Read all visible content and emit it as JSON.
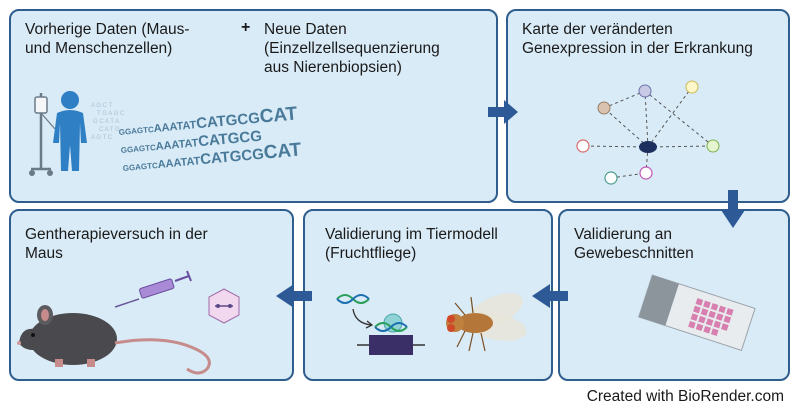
{
  "panels": {
    "p1": {
      "text_left": "Vorherige Daten (Maus-\nund Menschenzellen)",
      "plus": "+",
      "text_right": "Neue Daten\n(Einzellzellsequenzierung\naus Nierenbiopsien)",
      "seq_lines": [
        "GGAGTCAAATATCATGCGCAT",
        "GGAGTCAAATATCATGCG",
        "GGAGTCAAATATCATGCGCAT"
      ]
    },
    "p2": {
      "text": "Karte der veränderten\nGenexpression in der Erkrankung"
    },
    "p3": {
      "text": "Validierung an\nGewebeschnitten"
    },
    "p4": {
      "text": "Validierung im Tiermodell\n(Fruchtfliege)"
    },
    "p5": {
      "text": "Gentherapieversuch in der\nMaus"
    }
  },
  "footer": "Created with BioRender.com",
  "colors": {
    "panel_fill": "#d9ebf7",
    "panel_border": "#2f5d8e",
    "arrow": "#2d5a96",
    "person": "#2f7fc4",
    "sequence": "#4a7a9a",
    "network_center": "#1d2f5e"
  },
  "icons": [
    "patient-iv-icon",
    "dna-sequence-icon",
    "gene-network-icon",
    "tissue-slide-icon",
    "fruit-fly-icon",
    "dna-construct-icon",
    "mouse-icon",
    "syringe-icon",
    "virus-capsid-icon"
  ]
}
